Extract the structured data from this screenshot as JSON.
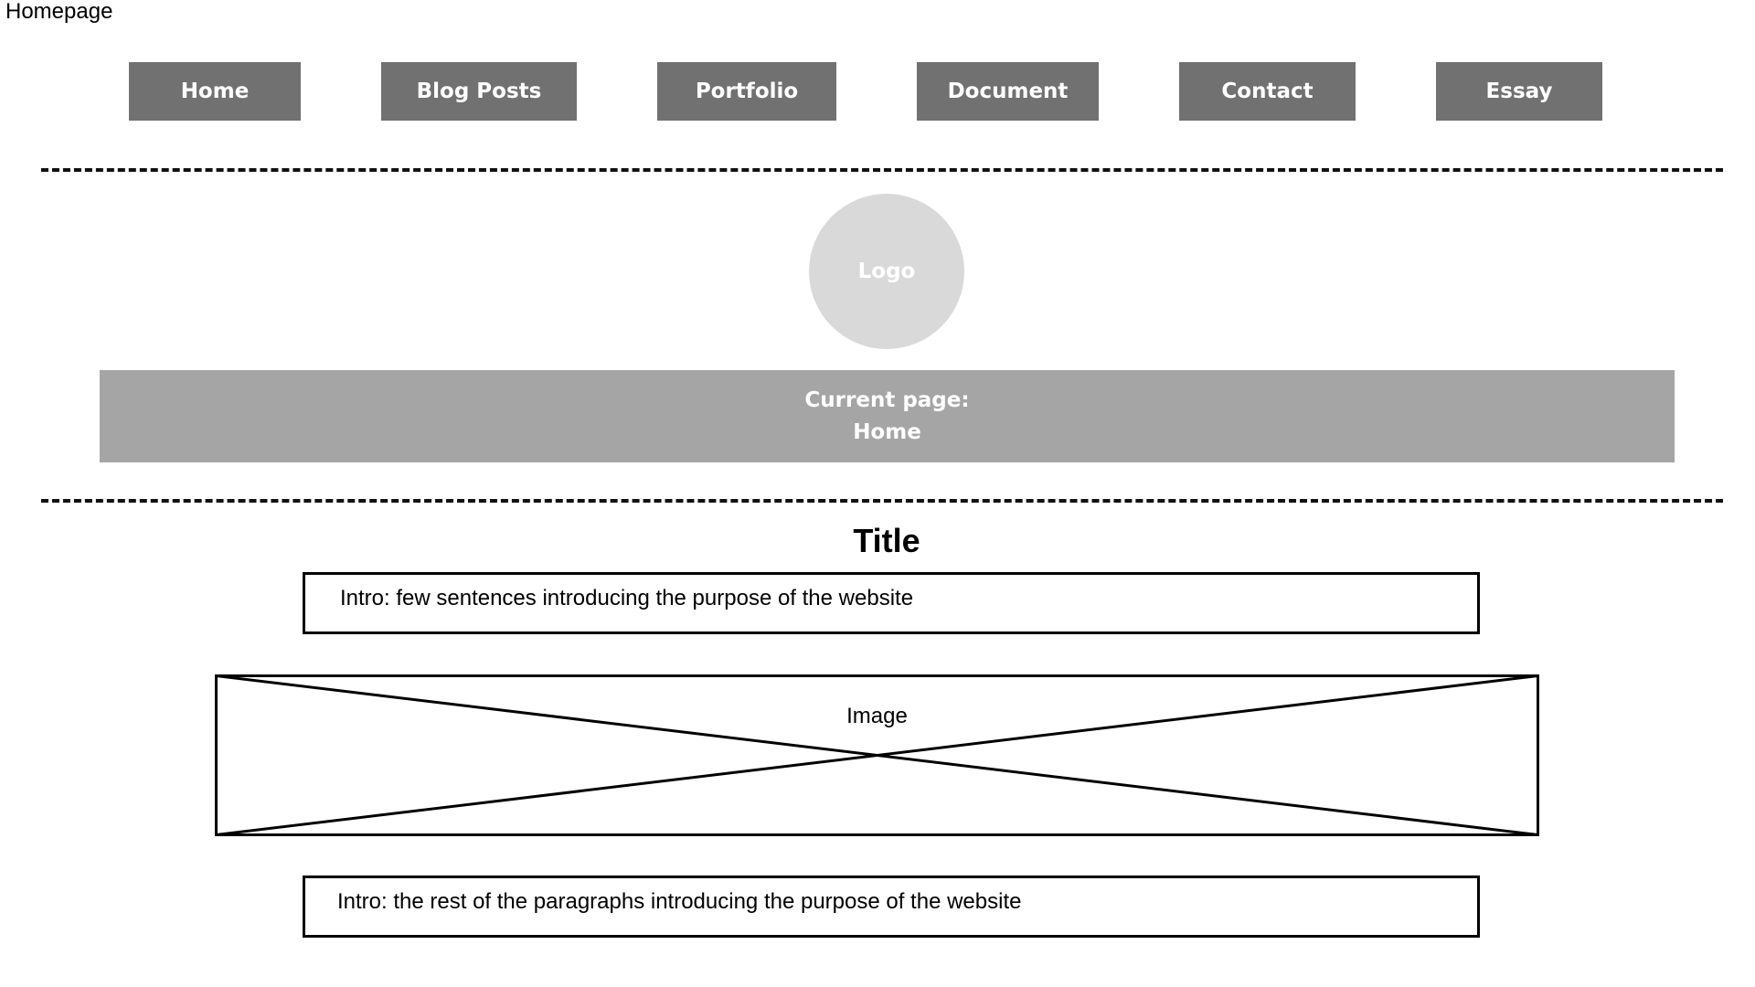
{
  "page_label": "Homepage",
  "nav": {
    "items": [
      {
        "label": "Home"
      },
      {
        "label": "Blog Posts"
      },
      {
        "label": "Portfolio"
      },
      {
        "label": "Document"
      },
      {
        "label": "Contact"
      },
      {
        "label": "Essay"
      }
    ]
  },
  "logo": {
    "label": "Logo"
  },
  "current_page": {
    "heading": "Current page:",
    "value": "Home"
  },
  "content": {
    "title": "Title",
    "intro_text": "Intro: few sentences introducing the purpose of the website",
    "image_label": "Image",
    "rest_text": "Intro: the rest of the paragraphs introducing the purpose of the website"
  },
  "colors": {
    "nav_button": "#717171",
    "logo_circle": "#d9d9d9",
    "current_page_bar": "#a5a5a5",
    "outline": "#000000"
  }
}
